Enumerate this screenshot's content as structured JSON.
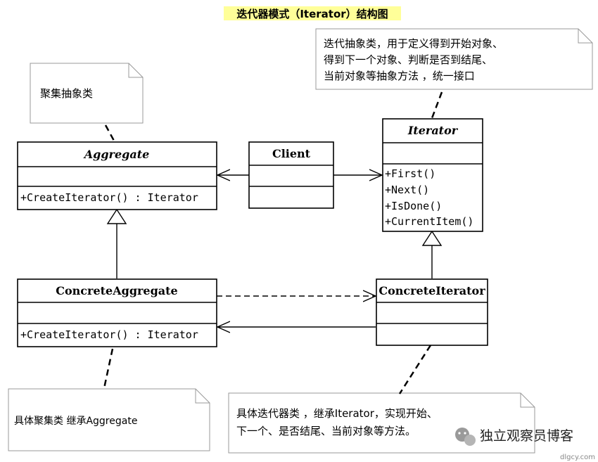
{
  "title": "迭代器模式（Iterator）结构图",
  "classes": {
    "aggregate": {
      "name": "Aggregate",
      "method": "+CreateIterator() : Iterator"
    },
    "client": {
      "name": "Client"
    },
    "iterator": {
      "name": "Iterator",
      "methods": [
        "+First()",
        "+Next()",
        "+IsDone()",
        "+CurrentItem()"
      ]
    },
    "concrete_aggregate": {
      "name": "ConcreteAggregate",
      "method": "+CreateIterator() : Iterator"
    },
    "concrete_iterator": {
      "name": "ConcreteIterator"
    }
  },
  "notes": {
    "aggregate": "聚集抽象类",
    "iterator": [
      "迭代抽象类，用于定义得到开始对象、",
      "得到下一个对象、判断是否到结尾、",
      "当前对象等抽象方法 ，统一接口"
    ],
    "concrete_aggregate": "具体聚集类 继承Aggregate",
    "concrete_iterator": [
      "具体迭代器类 ，继承Iterator，实现开始、",
      "下一个、是否结尾、当前对象等方法。"
    ]
  },
  "watermark": {
    "text": "独立观察员博客",
    "url": "dlgcy.com"
  },
  "colors": {
    "title_bg": "#ffff99",
    "note_fill": "#ffffff",
    "note_border": "#999999",
    "line": "#000000"
  }
}
